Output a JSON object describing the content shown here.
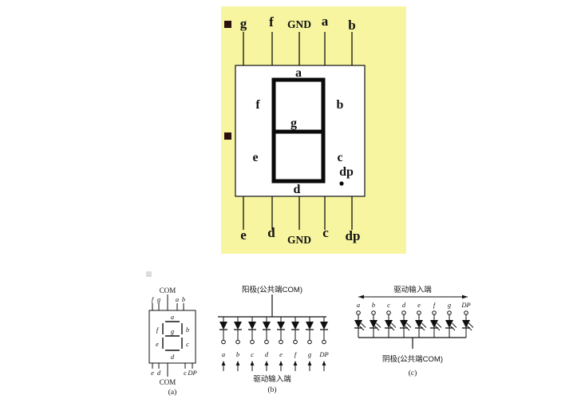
{
  "colors": {
    "panel_bg": "#f7f5a0",
    "bullet": "#2e0f10",
    "line": "#111111"
  },
  "main": {
    "top_pins": [
      "g",
      "f",
      "GND",
      "a",
      "b"
    ],
    "bottom_pins": [
      "e",
      "d",
      "GND",
      "c",
      "dp"
    ],
    "seg_a": "a",
    "seg_b": "b",
    "seg_c": "c",
    "seg_d": "d",
    "seg_e": "e",
    "seg_f": "f",
    "seg_g": "g",
    "seg_dp": "dp"
  },
  "sch_a": {
    "com_top": "COM",
    "com_bottom": "COM",
    "top_pins": [
      "f",
      "g",
      "a",
      "b"
    ],
    "bottom_pins": [
      "e",
      "d",
      "c",
      "DP"
    ],
    "seg_a": "a",
    "seg_b": "b",
    "seg_c": "c",
    "seg_d": "d",
    "seg_e": "e",
    "seg_f": "f",
    "seg_g": "g",
    "caption": "(a)"
  },
  "sch_b": {
    "top_label": "阳极(公共端COM)",
    "pins": [
      "a",
      "b",
      "c",
      "d",
      "e",
      "f",
      "g",
      "DP"
    ],
    "bottom_label": "驱动输入端",
    "caption": "(b)"
  },
  "sch_c": {
    "top_label": "驱动输入端",
    "pins": [
      "a",
      "b",
      "c",
      "d",
      "e",
      "f",
      "g",
      "DP"
    ],
    "bottom_label": "阴极(公共端COM)",
    "caption": "(c)"
  }
}
